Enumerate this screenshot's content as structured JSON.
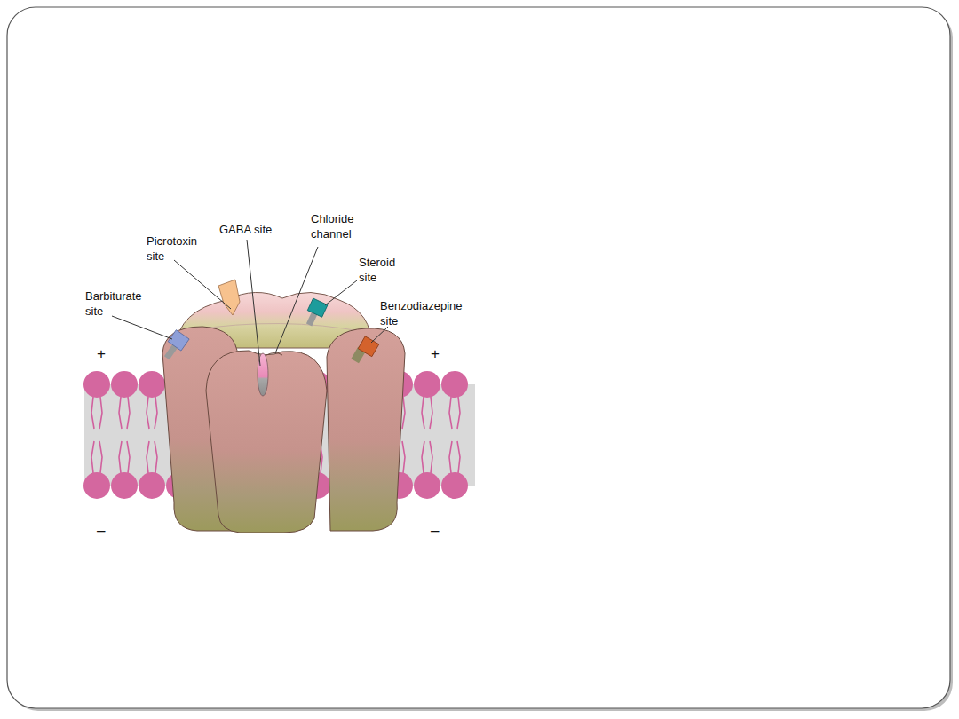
{
  "diagram": {
    "labels": [
      "GABA site",
      "Chloride channel",
      "Picrotoxin site",
      "Steroid site",
      "Barbiturate site",
      "Benzodiazepine site",
      "+",
      "+",
      "–",
      "–"
    ]
  }
}
